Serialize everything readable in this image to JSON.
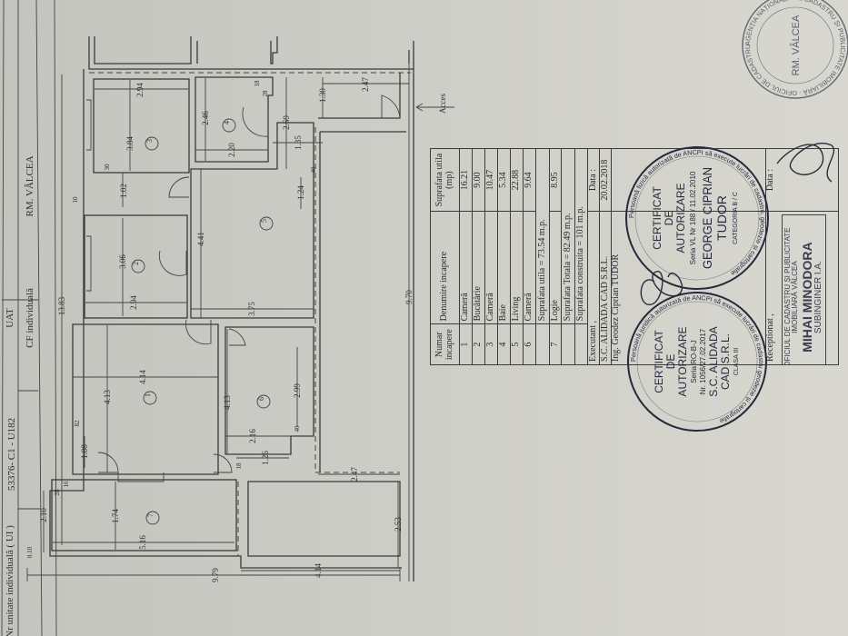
{
  "header": {
    "unit_label": "Nr unitate individuală ( UI )",
    "unit_value": "53376- C1 - U182",
    "uat_label": "UAT",
    "uat_value": "RM. VÂLCEA",
    "cf_label": "CF individuală"
  },
  "plan": {
    "access_label": "Acces",
    "rooms": [
      "1",
      "2",
      "3",
      "4",
      "5",
      "6",
      "7"
    ],
    "dimensions": [
      "2.94",
      "3.84",
      "30",
      "1.02",
      "10",
      "2.46",
      "18",
      "28",
      "2.20",
      "2.69",
      "1.35",
      "1.30",
      "2.47",
      "40",
      "1.24",
      "4.41",
      "3.06",
      "2.94",
      "3.75",
      "13.83",
      "9.70",
      "4.14",
      "4.13",
      "4.13",
      "2.99",
      "40",
      "82",
      "2.16",
      "1.08",
      "1.26",
      "18",
      "2.47",
      "16",
      "28",
      "2.10",
      "1.74",
      "5.16",
      "2.53",
      "0.10",
      "4.14",
      "9.79"
    ]
  },
  "table": {
    "headers": [
      "Numar incapere",
      "Denumire incapere",
      "Suprafata utila (mp)"
    ],
    "rows": [
      {
        "nr": "1",
        "name": "Cameră",
        "area": "16.21"
      },
      {
        "nr": "2",
        "name": "Bucătărie",
        "area": "9.00"
      },
      {
        "nr": "3",
        "name": "Cameră",
        "area": "10.47"
      },
      {
        "nr": "4",
        "name": "Baie",
        "area": "5.34"
      },
      {
        "nr": "5",
        "name": "Living",
        "area": "22.88"
      },
      {
        "nr": "6",
        "name": "Cameră",
        "area": "9.64"
      }
    ],
    "useful_total": "Suprafata utila = 73.54 m.p.",
    "logia": {
      "nr": "7",
      "name": "Logie",
      "area": "8.95"
    },
    "total_area": "Suprafata Totala = 82.49 m.p.",
    "built_area": "Suprafata construita = 101 m.p.",
    "executant_label": "Executant ,",
    "date_label": "Data :",
    "company": "S.C. ALIDADA CAD S.R.L.",
    "date": "20.02.2018",
    "engineer": "Ing. Geodez Ciprian TUDOR",
    "received_label": "Receptionat ,",
    "received_date_label": "Data :"
  },
  "ocpi_box": {
    "office": "OFICIUL DE CADASTRU ȘI PUBLICITATE",
    "office2": "IMOBILIARĂ VÂLCEA",
    "name": "MIHAI MINODORA",
    "title": "SUBINGINER I.A."
  },
  "stamps": {
    "company": {
      "ring": "Persoană juridică autorizată de ANCPI să execute lucrări de cadastru geodezie și cartografie",
      "lines": [
        "CERTIFICAT",
        "DE",
        "AUTORIZARE",
        "Seria RO-B-J",
        "Nr. 1056/27.02.2017",
        "S.C. ALIDADA",
        "CAD S.R.L.",
        "CLASA III"
      ]
    },
    "engineer": {
      "ring": "Persoană fizică autorizată de ANCPI să execute lucrări de cadastru, geodezie și cartografie",
      "lines": [
        "CERTIFICAT",
        "DE",
        "AUTORIZARE",
        "Seria VL Nr 188 / 11.02.2010",
        "GEORGE CIPRIAN",
        "TUDOR",
        "CATEGORIA B / C"
      ]
    },
    "ocpi": {
      "ring": "AGENȚIA NAȚIONALĂ DE CADASTRU ȘI PUBLICITATE IMOBILIARĂ · OFICIUL DE CADASTRU VÂLCEA",
      "center": "RM. VÂLCEA"
    },
    "ink_color": "#262a3c"
  },
  "colors": {
    "paper": "#cbccc5",
    "ink": "#3a3a3a"
  }
}
